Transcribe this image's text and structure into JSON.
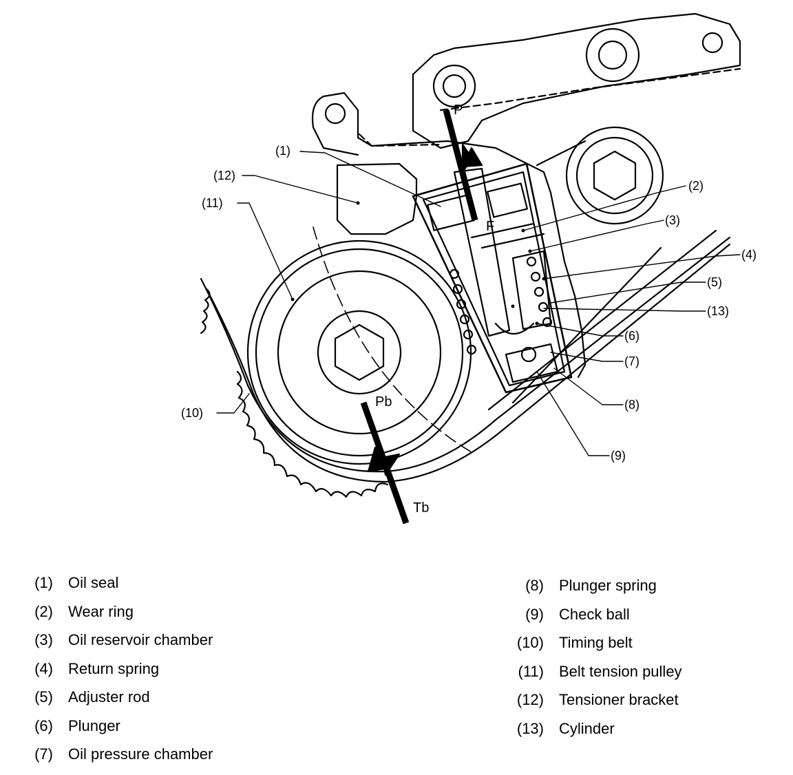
{
  "diagram": {
    "callouts": [
      {
        "id": "1",
        "label": "(1)"
      },
      {
        "id": "2",
        "label": "(2)"
      },
      {
        "id": "3",
        "label": "(3)"
      },
      {
        "id": "4",
        "label": "(4)"
      },
      {
        "id": "5",
        "label": "(5)"
      },
      {
        "id": "6",
        "label": "(6)"
      },
      {
        "id": "7",
        "label": "(7)"
      },
      {
        "id": "8",
        "label": "(8)"
      },
      {
        "id": "9",
        "label": "(9)"
      },
      {
        "id": "10",
        "label": "(10)"
      },
      {
        "id": "11",
        "label": "(11)"
      },
      {
        "id": "12",
        "label": "(12)"
      },
      {
        "id": "13",
        "label": "(13)"
      }
    ],
    "forces": {
      "p": "P",
      "f": "F",
      "pb": "Pb",
      "tb": "Tb"
    }
  },
  "legend": {
    "left": [
      {
        "num": "(1)",
        "text": "Oil seal"
      },
      {
        "num": "(2)",
        "text": "Wear ring"
      },
      {
        "num": "(3)",
        "text": "Oil reservoir chamber"
      },
      {
        "num": "(4)",
        "text": "Return spring"
      },
      {
        "num": "(5)",
        "text": "Adjuster rod"
      },
      {
        "num": "(6)",
        "text": "Plunger"
      },
      {
        "num": "(7)",
        "text": "Oil pressure chamber"
      }
    ],
    "right": [
      {
        "num": "(8)",
        "text": "Plunger spring"
      },
      {
        "num": "(9)",
        "text": "Check ball"
      },
      {
        "num": "(10)",
        "text": "Timing belt"
      },
      {
        "num": "(11)",
        "text": "Belt tension pulley"
      },
      {
        "num": "(12)",
        "text": "Tensioner bracket"
      },
      {
        "num": "(13)",
        "text": "Cylinder"
      }
    ]
  }
}
